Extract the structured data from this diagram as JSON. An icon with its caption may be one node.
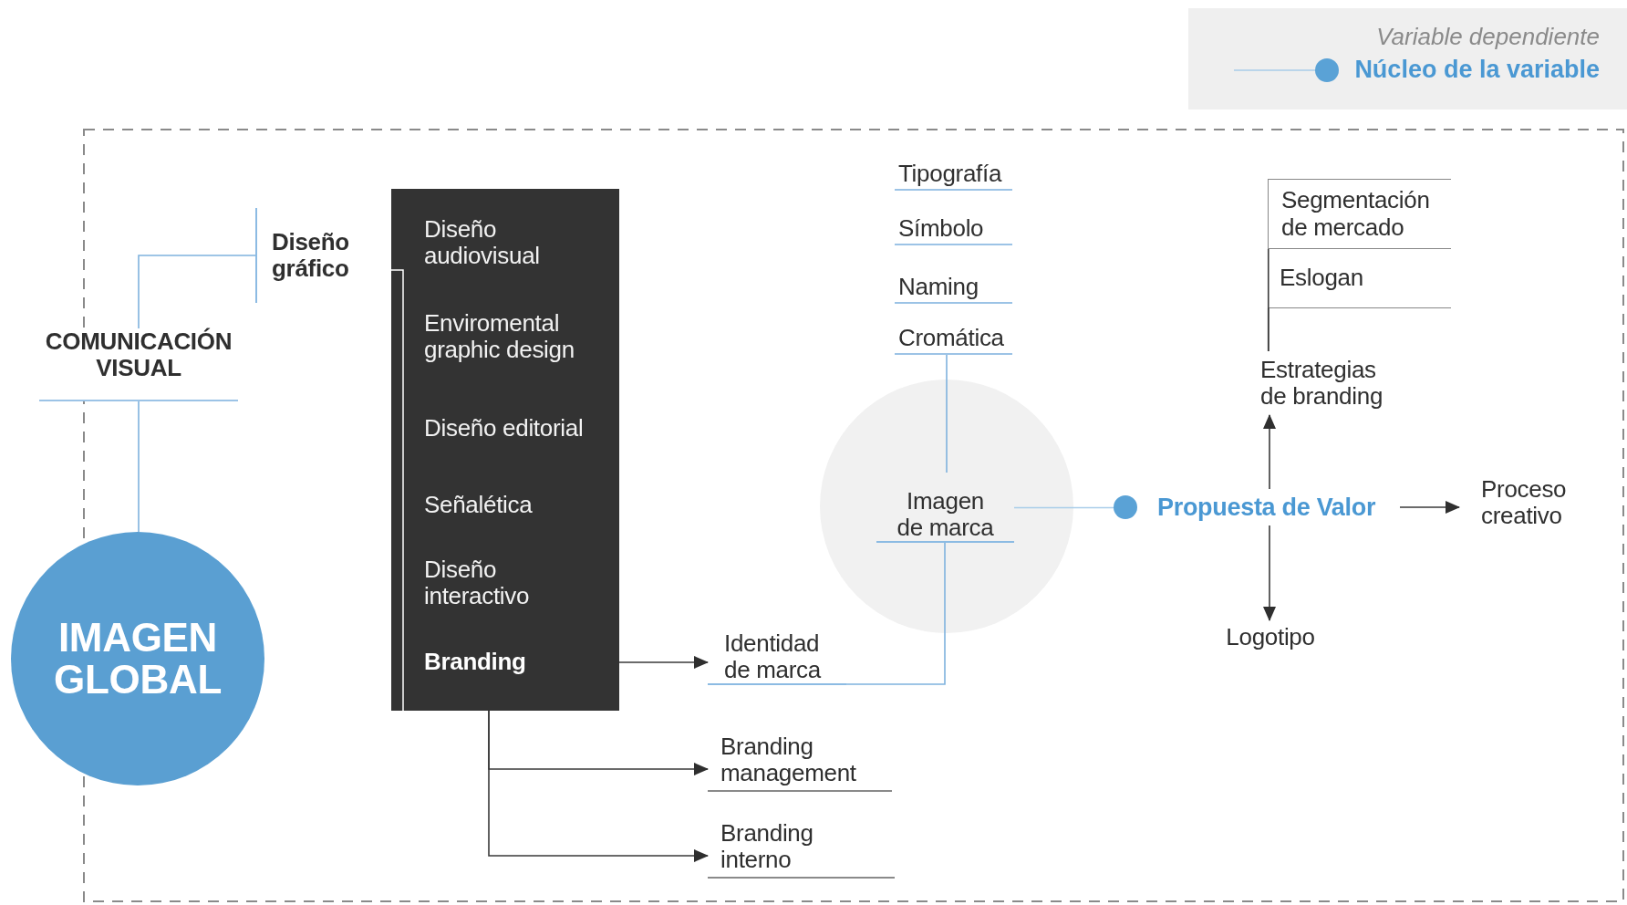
{
  "diagram": {
    "nodes": [
      {
        "text": [
          "COMUNICACIÓN VISUAL"
        ]
      },
      {
        "text": [
          "Diseño gráfico"
        ]
      },
      {
        "text": [
          "IMAGEN GLOBAL"
        ]
      },
      {
        "text": [],
        "shape": "box"
      },
      {
        "text": [
          "Diseño audiovisual"
        ],
        "in": 3
      },
      {
        "text": [
          "Enviromental graphic design"
        ],
        "in": 3
      },
      {
        "text": [
          "Diseño editorial"
        ],
        "in": 3
      },
      {
        "text": [
          "Señalética"
        ],
        "in": 3
      },
      {
        "text": [
          "Diseño interactivo"
        ],
        "in": 3
      },
      {
        "text": [
          "Branding"
        ],
        "in": 3
      },
      {
        "text": [
          "Identidad de marca"
        ]
      },
      {
        "text": [
          "Branding management"
        ]
      },
      {
        "text": [
          "Branding interno"
        ]
      },
      {
        "text": [
          "Tipografía"
        ]
      },
      {
        "text": [
          "Símbolo"
        ]
      },
      {
        "text": [
          "Naming"
        ]
      },
      {
        "text": [
          "Cromática"
        ]
      },
      {
        "text": [],
        "shape": "circle"
      },
      {
        "text": [
          "Imagen de marca"
        ],
        "in": 17
      },
      {
        "text": [
          "Propuesta de Valor"
        ]
      },
      {
        "text": [
          "Estrategias de branding"
        ]
      },
      {
        "text": [
          "Logotipo"
        ]
      },
      {
        "text": [
          "Proceso creativo"
        ]
      },
      {
        "text": [
          "Segmentación de mercado"
        ]
      },
      {
        "text": [
          "Eslogan"
        ]
      }
    ],
    "edges": [
      {
        "from": 0,
        "to": 2,
        "arrow": "none",
        "color": "#7fb2de"
      },
      {
        "from": 0,
        "to": 1,
        "arrow": "none",
        "color": "#7fb2de"
      },
      {
        "from": 3,
        "to": 10,
        "arrow": "to"
      },
      {
        "from": 3,
        "to": 11,
        "arrow": "to"
      },
      {
        "from": 3,
        "to": 12,
        "arrow": "to"
      },
      {
        "from": 16,
        "to": 18,
        "arrow": "none",
        "color": "#7fb2de"
      },
      {
        "from": 10,
        "to": 18,
        "arrow": "none",
        "color": "#7fb2de"
      },
      {
        "from": 18,
        "to": 19,
        "arrow": "none",
        "color": "#a9cde9"
      },
      {
        "from": 19,
        "to": 20,
        "arrow": "to"
      },
      {
        "from": 19,
        "to": 21,
        "arrow": "to"
      },
      {
        "from": 19,
        "to": 22,
        "arrow": "to"
      },
      {
        "from": 20,
        "to": 23,
        "arrow": "none"
      },
      {
        "from": 20,
        "to": 24,
        "arrow": "none"
      }
    ],
    "labels": [
      "Variable dependiente"
    ],
    "legend": [
      {
        "text": "Núcleo de la variable"
      }
    ]
  }
}
